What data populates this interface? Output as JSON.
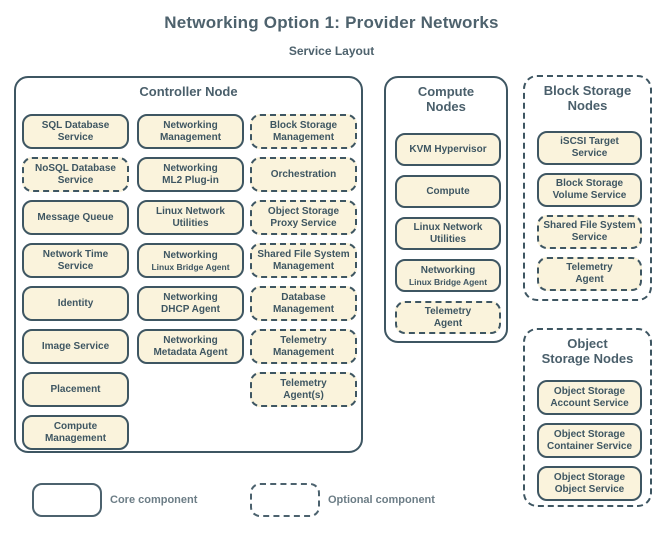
{
  "title": "Networking Option 1: Provider Networks",
  "subtitle": "Service Layout",
  "colors": {
    "box_fill": "#faf3dc",
    "box_border": "#3e5662",
    "heading_text": "#4a5f6b",
    "legend_text": "#6c7d86",
    "background": "#ffffff"
  },
  "groups": [
    {
      "id": "controller",
      "title_lines": [
        "Controller Node"
      ],
      "border": "solid",
      "columns": [
        [
          {
            "lines": [
              "SQL Database",
              "Service"
            ],
            "style": "solid"
          },
          {
            "lines": [
              "NoSQL Database",
              "Service"
            ],
            "style": "dashed"
          },
          {
            "lines": [
              "Message Queue"
            ],
            "style": "solid"
          },
          {
            "lines": [
              "Network Time",
              "Service"
            ],
            "style": "solid"
          },
          {
            "lines": [
              "Identity"
            ],
            "style": "solid"
          },
          {
            "lines": [
              "Image Service"
            ],
            "style": "solid"
          },
          {
            "lines": [
              "Placement"
            ],
            "style": "solid"
          },
          {
            "lines": [
              "Compute",
              "Management"
            ],
            "style": "solid"
          }
        ],
        [
          {
            "lines": [
              "Networking",
              "Management"
            ],
            "style": "solid"
          },
          {
            "lines": [
              "Networking",
              "ML2 Plug-in"
            ],
            "style": "solid"
          },
          {
            "lines": [
              "Linux Network",
              "Utilities"
            ],
            "style": "solid"
          },
          {
            "lines": [
              "Networking"
            ],
            "sub": "Linux Bridge Agent",
            "style": "solid"
          },
          {
            "lines": [
              "Networking",
              "DHCP Agent"
            ],
            "style": "solid"
          },
          {
            "lines": [
              "Networking",
              "Metadata Agent"
            ],
            "style": "solid"
          }
        ],
        [
          {
            "lines": [
              "Block Storage",
              "Management"
            ],
            "style": "dashed"
          },
          {
            "lines": [
              "Orchestration"
            ],
            "style": "dashed"
          },
          {
            "lines": [
              "Object Storage",
              "Proxy Service"
            ],
            "style": "dashed"
          },
          {
            "lines": [
              "Shared File System",
              "Management"
            ],
            "style": "dashed"
          },
          {
            "lines": [
              "Database",
              "Management"
            ],
            "style": "dashed"
          },
          {
            "lines": [
              "Telemetry",
              "Management"
            ],
            "style": "dashed"
          },
          {
            "lines": [
              "Telemetry",
              "Agent(s)"
            ],
            "style": "dashed"
          }
        ]
      ]
    },
    {
      "id": "compute",
      "title_lines": [
        "Compute",
        "Nodes"
      ],
      "border": "solid",
      "columns": [
        [
          {
            "lines": [
              "KVM Hypervisor"
            ],
            "style": "solid"
          },
          {
            "lines": [
              "Compute"
            ],
            "style": "solid"
          },
          {
            "lines": [
              "Linux Network",
              "Utilities"
            ],
            "style": "solid"
          },
          {
            "lines": [
              "Networking"
            ],
            "sub": "Linux Bridge Agent",
            "style": "solid"
          },
          {
            "lines": [
              "Telemetry",
              "Agent"
            ],
            "style": "dashed"
          }
        ]
      ]
    },
    {
      "id": "block",
      "title_lines": [
        "Block Storage",
        "Nodes"
      ],
      "border": "dashed",
      "columns": [
        [
          {
            "lines": [
              "iSCSI Target",
              "Service"
            ],
            "style": "solid"
          },
          {
            "lines": [
              "Block Storage",
              "Volume Service"
            ],
            "style": "solid"
          },
          {
            "lines": [
              "Shared File System",
              "Service"
            ],
            "style": "dashed"
          },
          {
            "lines": [
              "Telemetry",
              "Agent"
            ],
            "style": "dashed"
          }
        ]
      ]
    },
    {
      "id": "object",
      "title_lines": [
        "Object",
        "Storage Nodes"
      ],
      "border": "dashed",
      "columns": [
        [
          {
            "lines": [
              "Object Storage",
              "Account Service"
            ],
            "style": "solid"
          },
          {
            "lines": [
              "Object Storage",
              "Container Service"
            ],
            "style": "solid"
          },
          {
            "lines": [
              "Object Storage",
              "Object Service"
            ],
            "style": "solid"
          }
        ]
      ]
    }
  ],
  "legend": [
    {
      "label": "Core component",
      "style": "solid"
    },
    {
      "label": "Optional component",
      "style": "dashed"
    }
  ]
}
